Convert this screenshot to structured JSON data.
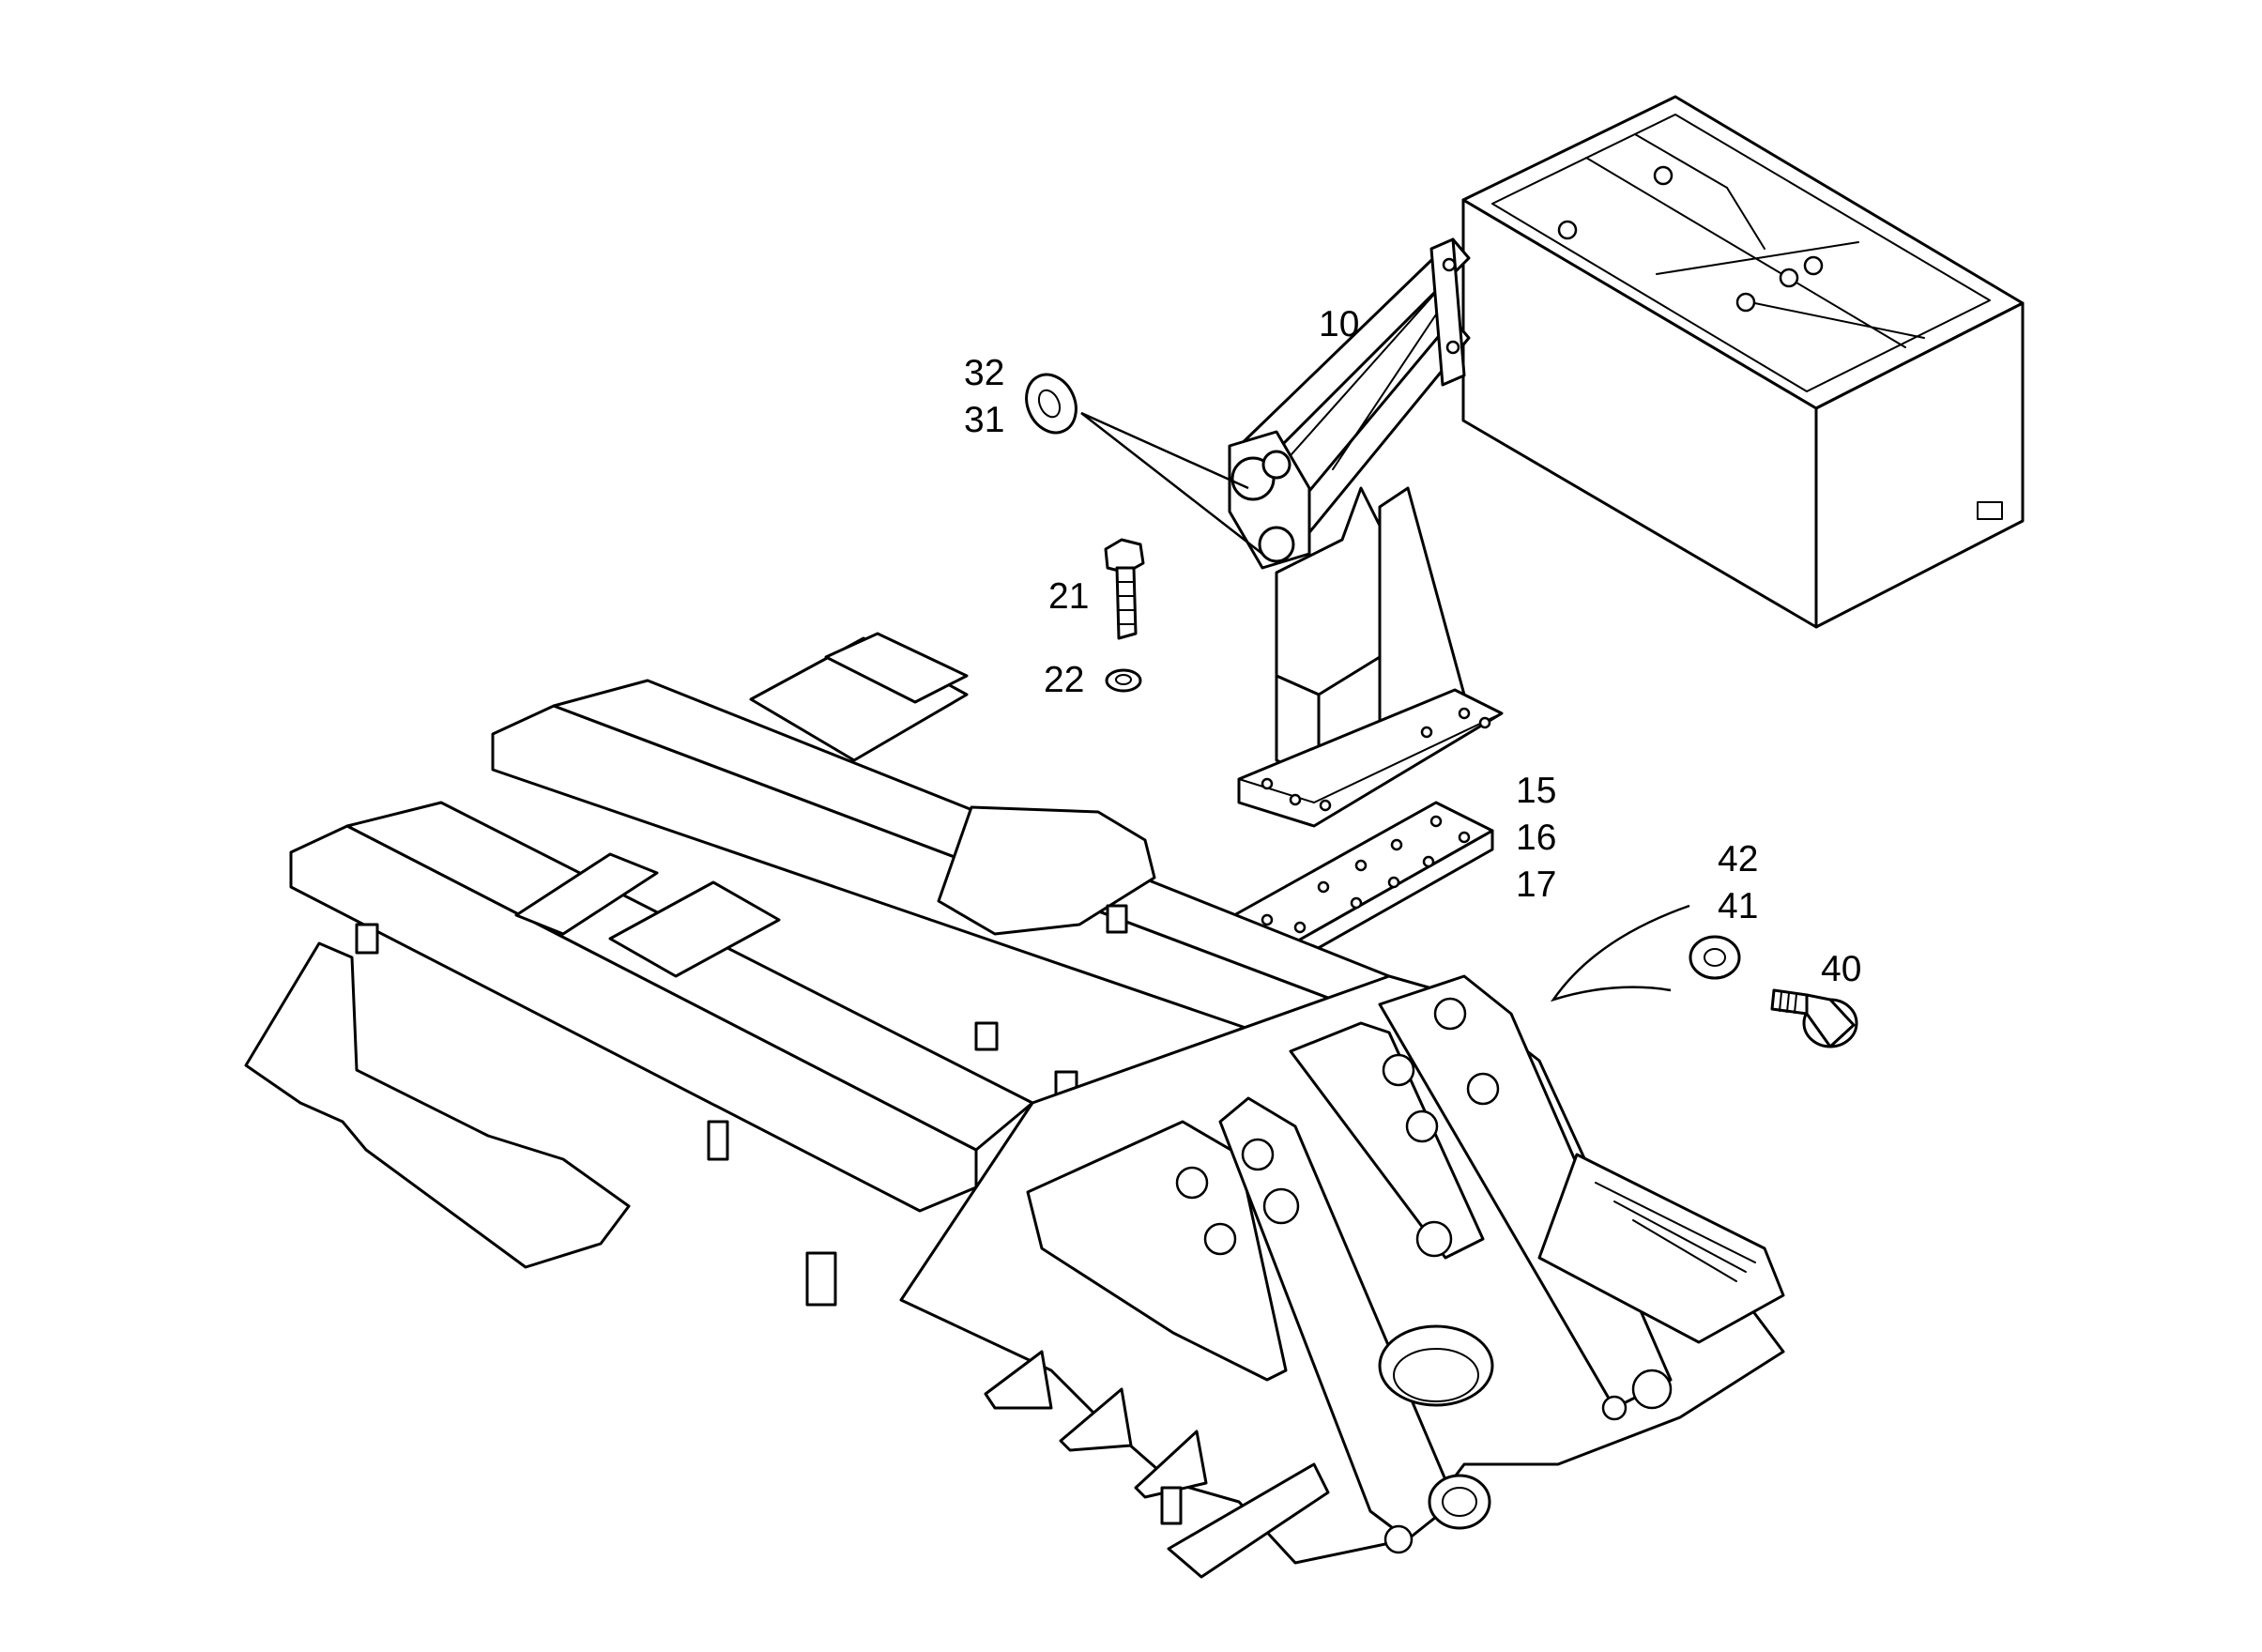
{
  "callouts": {
    "c10": "10",
    "c32": "32",
    "c31": "31",
    "c21": "21",
    "c22": "22",
    "c15": "15",
    "c16": "16",
    "c17": "17",
    "c42": "42",
    "c41": "41",
    "c40": "40"
  }
}
